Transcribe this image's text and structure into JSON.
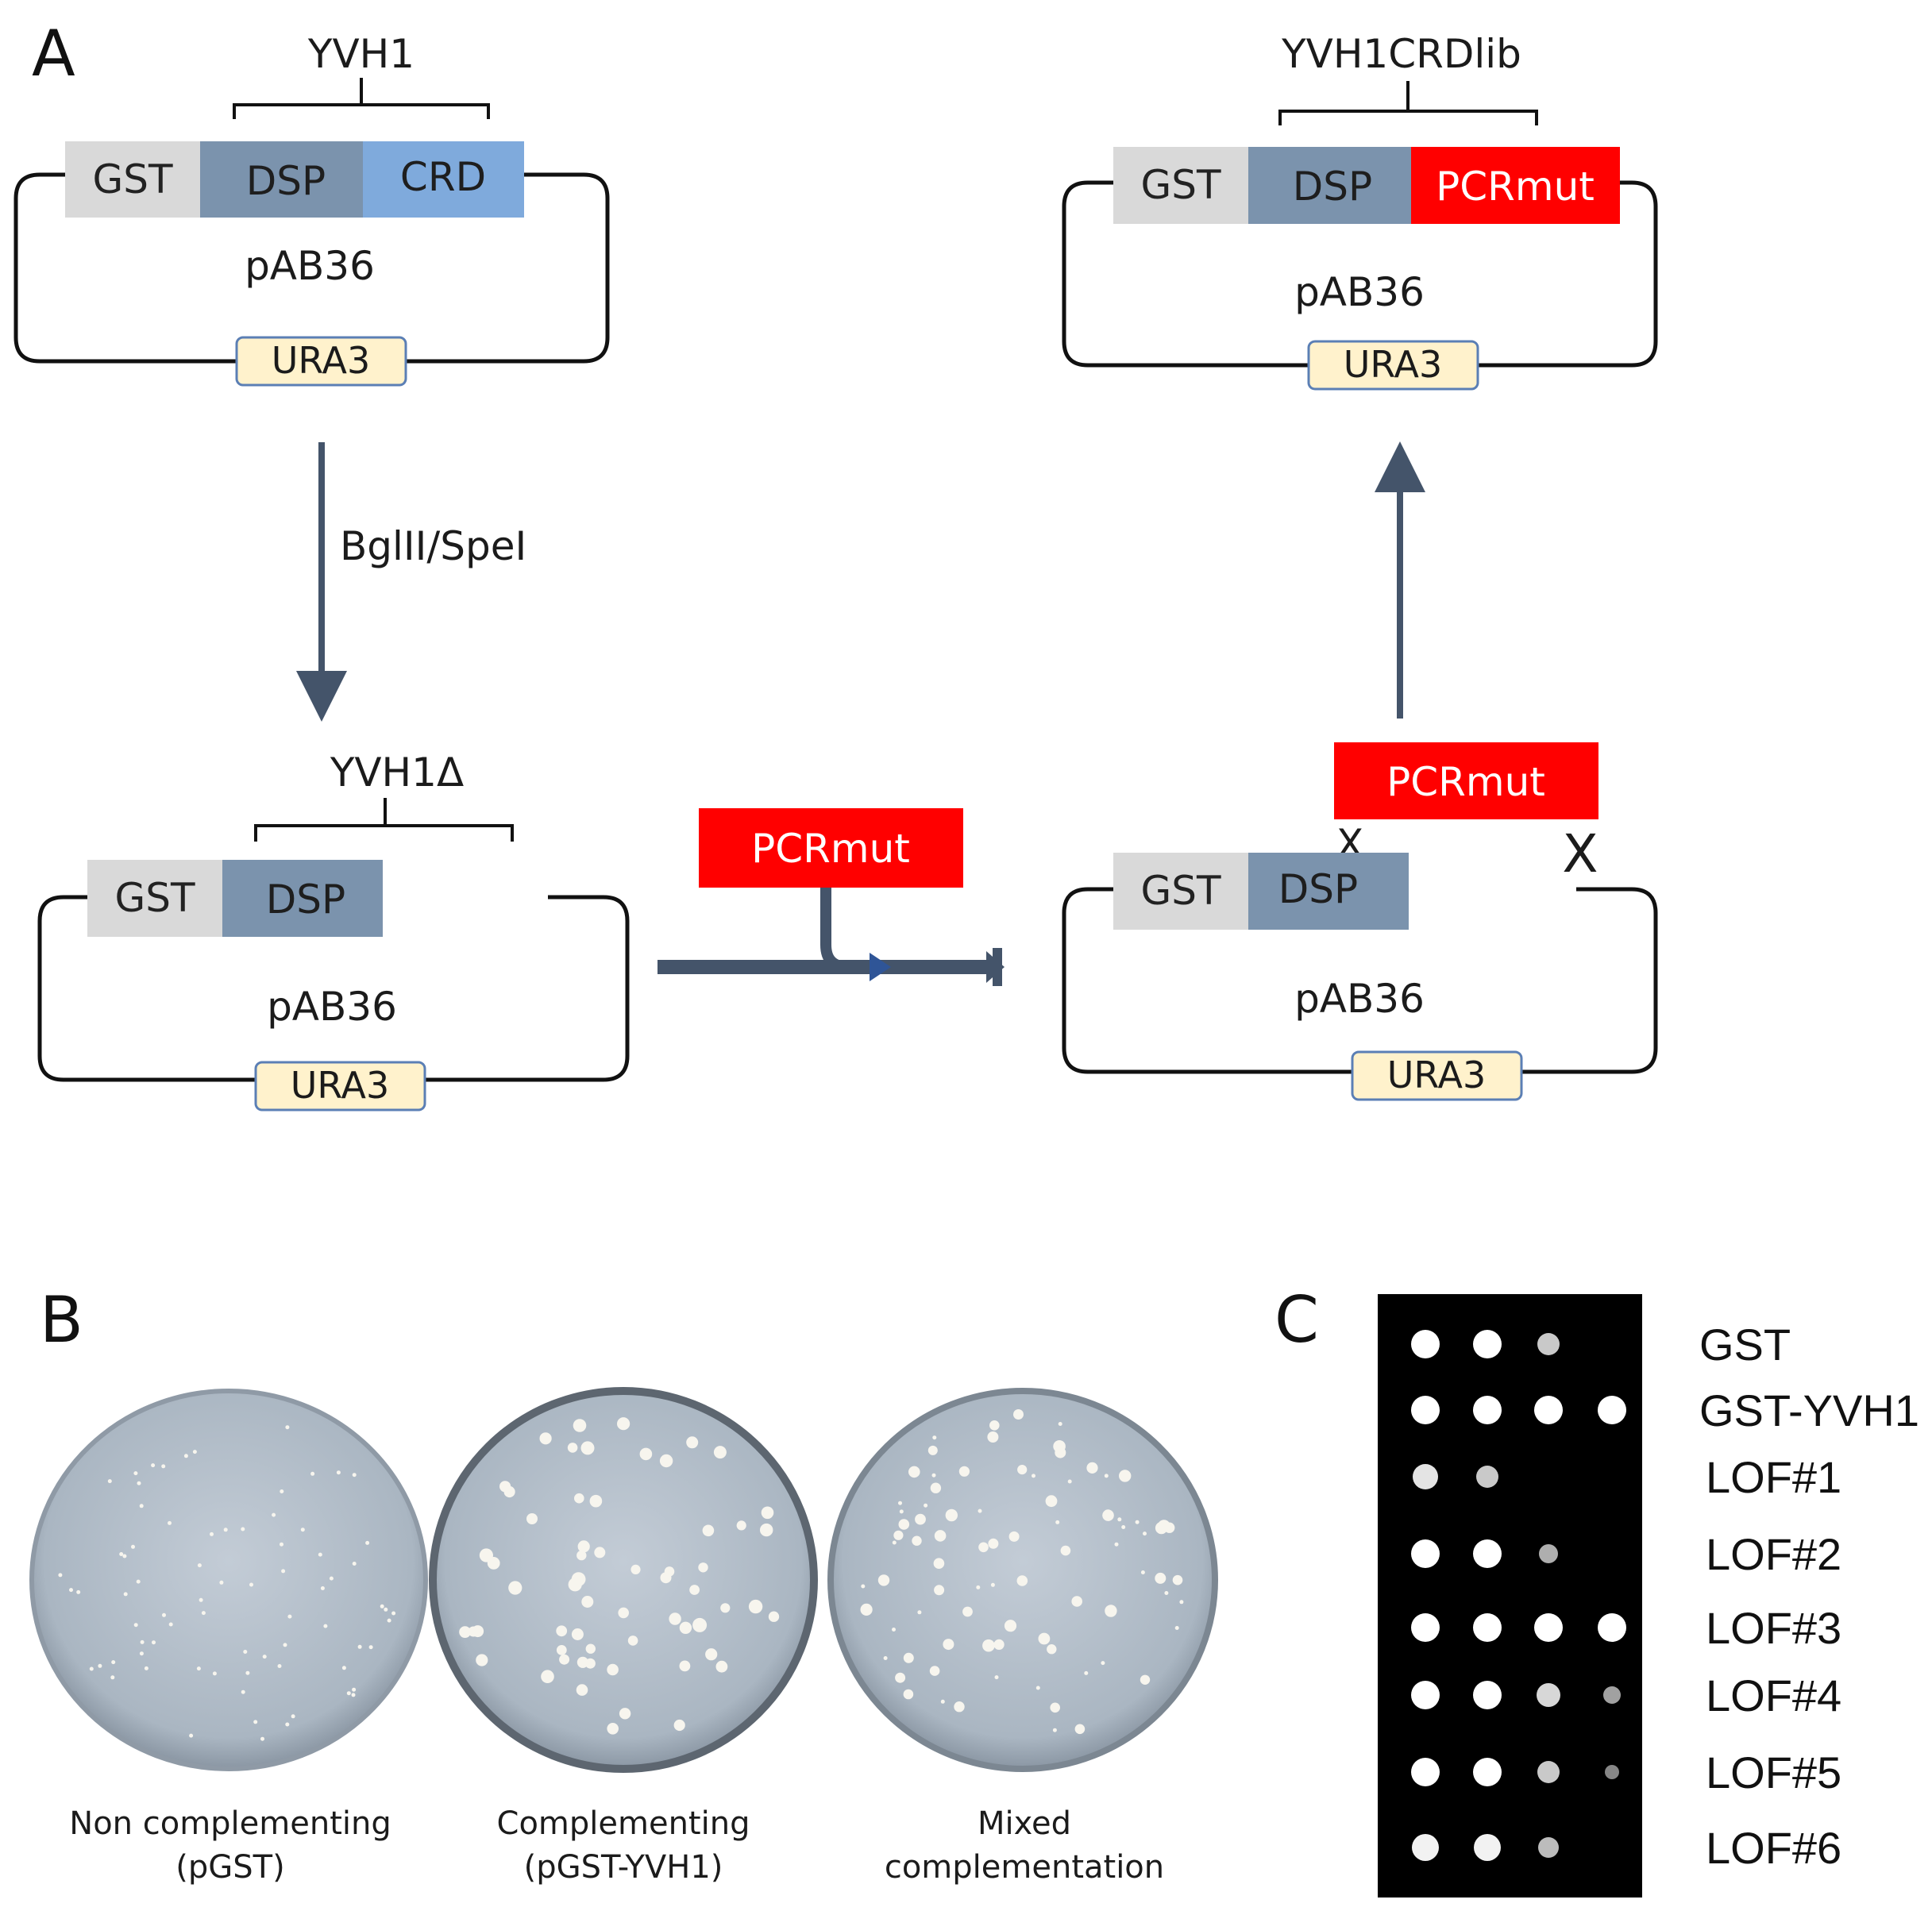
{
  "panels": {
    "a": "A",
    "b": "B",
    "c": "C"
  },
  "colors": {
    "gst": "#d9d9d9",
    "dsp": "#7b93ad",
    "crd": "#7faadc",
    "pcrmut": "#ff0000",
    "ura3": "#fff2cc",
    "arrow": "#44546a",
    "plate_bg": "#b4c0cc",
    "spot_bg": "#000000"
  },
  "construct1": {
    "bracket": "YVH1",
    "gst": "GST",
    "dsp": "DSP",
    "crd": "CRD",
    "plasmid": "pAB36",
    "marker": "URA3"
  },
  "digest": {
    "label": "BglII/SpeI"
  },
  "construct2": {
    "bracket": "YVH1Δ",
    "gst": "GST",
    "dsp": "DSP",
    "plasmid": "pAB36",
    "marker": "URA3"
  },
  "insert": {
    "label": "PCRmut"
  },
  "recombination": {
    "insert": "PCRmut",
    "gst": "GST",
    "dsp": "DSP",
    "plasmid": "pAB36",
    "marker": "URA3",
    "cross": "X"
  },
  "library": {
    "bracket": "YVH1CRDlib",
    "gst": "GST",
    "dsp": "DSP",
    "pcrmut": "PCRmut",
    "plasmid": "pAB36",
    "marker": "URA3"
  },
  "plates": [
    {
      "line1": "Non complementing",
      "line2": "(pGST)",
      "colonies": "small"
    },
    {
      "line1": "Complementing",
      "line2": "(pGST-YVH1)",
      "colonies": "large"
    },
    {
      "line1": "Mixed",
      "line2": "complementation",
      "colonies": "mixed"
    }
  ],
  "spot_assay": {
    "rows": [
      "GST",
      "GST-YVH1",
      "LOF#1",
      "LOF#2",
      "LOF#3",
      "LOF#4",
      "LOF#5",
      "LOF#6"
    ],
    "growth": [
      [
        1,
        1,
        0.6,
        0
      ],
      [
        1,
        1,
        1,
        1
      ],
      [
        0.8,
        0.6,
        0,
        0
      ],
      [
        1,
        1,
        0.4,
        0
      ],
      [
        1,
        1,
        1,
        1
      ],
      [
        1,
        1,
        0.7,
        0.3
      ],
      [
        1,
        1,
        0.6,
        0.1
      ],
      [
        0.9,
        0.9,
        0.5,
        0
      ]
    ]
  }
}
